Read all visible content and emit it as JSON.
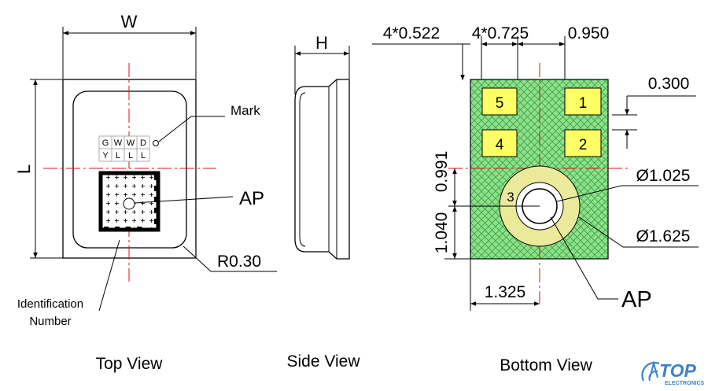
{
  "top_view": {
    "caption": "Top View",
    "width_label": "W",
    "length_label": "L",
    "mark_label": "Mark",
    "ap_label": "AP",
    "radius_label": "R0.30",
    "id_label_line1": "Identification",
    "id_label_line2": "Number",
    "mark_row1": [
      "G",
      "W",
      "W",
      "D"
    ],
    "mark_row2": [
      "Y",
      "L",
      "L",
      "L"
    ]
  },
  "side_view": {
    "caption": "Side View",
    "height_label": "H"
  },
  "bottom_view": {
    "caption": "Bottom View",
    "dim_pad_width": "4*0.522",
    "dim_pad_height": "4*0.725",
    "dim_pitch_x": "0.950",
    "dim_pad_gap": "0.300",
    "dim_y_upper": "0.991",
    "dim_y_lower": "1.040",
    "dim_x_center": "1.325",
    "dim_inner_dia": "Ø1.025",
    "dim_outer_dia": "Ø1.625",
    "ap_label": "AP",
    "pads": [
      "5",
      "1",
      "4",
      "2",
      "3"
    ]
  },
  "brand": {
    "logo_word": "TOP",
    "logo_sub": "ELECTRONICS",
    "color": "#3c83c3"
  },
  "colors": {
    "pad_fill": "#ffff66",
    "hatch_fill": "#8ee08e",
    "ring_fill": "#eaea9a",
    "center_line": "#e01010"
  }
}
